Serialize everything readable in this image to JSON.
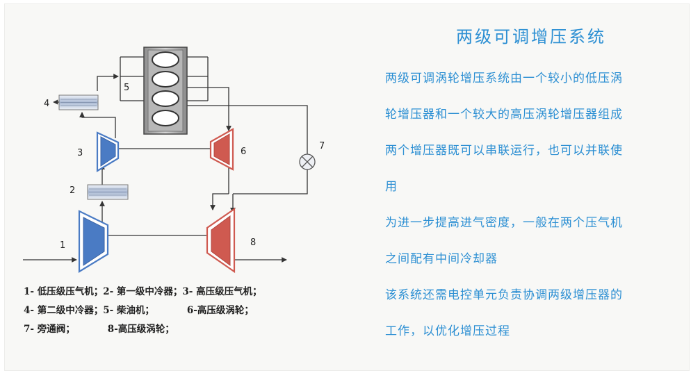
{
  "title": "两级可调增压系统",
  "paragraph_lines": [
    "两级可调涡轮增压系统由一个较小的低压涡",
    "轮增压器和一个较大的高压涡轮增压器组成",
    "两个增压器既可以串联运行，也可以并联使",
    "用",
    "为进一步提高进气密度，一般在两个压气机",
    "之间配有中间冷却器",
    "该系统还需电控单元负责协调两级增压器的",
    "工作，以优化增压过程"
  ],
  "legend_lines": [
    "1- 低压级压气机；2- 第一级中冷器；3- 高压级压气机；",
    "4- 第二级中冷器；5- 柴油机；          6-高压级涡轮；",
    "7- 旁通阀；          8-高压级涡轮；"
  ],
  "diagram": {
    "labels": {
      "n1": "1",
      "n2": "2",
      "n3": "3",
      "n4": "4",
      "n5": "5",
      "n6": "6",
      "n7": "7",
      "n8": "8"
    },
    "colors": {
      "compressor": "#4a7bc4",
      "turbine": "#cf5a50",
      "line": "#333333",
      "cooler": "#b9c7dd"
    }
  }
}
